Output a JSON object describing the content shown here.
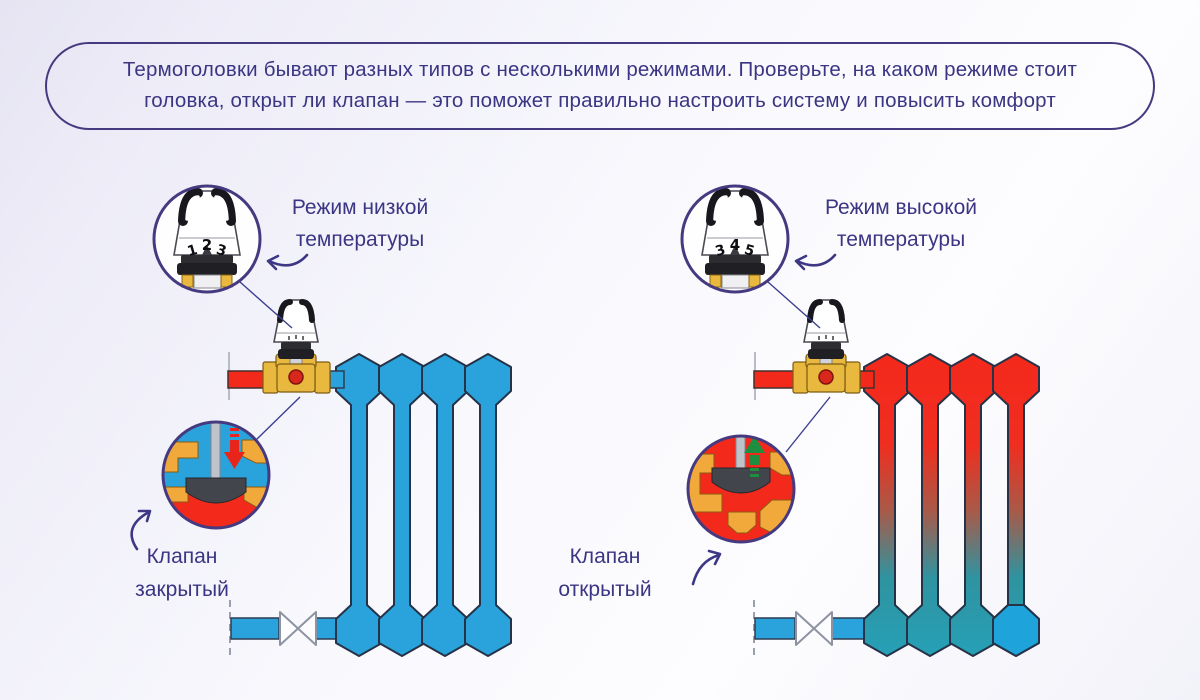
{
  "banner": {
    "text": "Термоголовки бывают разных типов с несколькими режимами. Проверьте, на каком режиме стоит головка, открыт ли клапан — это поможет правильно настроить систему и повысить комфорт"
  },
  "panels": [
    {
      "id": "low-temperature",
      "mode_label": "Режим низкой температуры",
      "dial": [
        "1",
        "2",
        "3"
      ],
      "valve_label": "Клапан закрытый",
      "valve_state": "closed",
      "radiator_state": "cold"
    },
    {
      "id": "high-temperature",
      "mode_label": "Режим высокой температуры",
      "dial": [
        "3",
        "4",
        "5"
      ],
      "valve_label": "Клапан открытый",
      "valve_state": "open",
      "radiator_state": "hot"
    }
  ],
  "colors": {
    "text_indigo": "#3b3583",
    "outline_indigo": "#453a80",
    "cold_blue": "#2aa3dd",
    "hot_red": "#f3291c",
    "cooled_teal": "#2a9aa8",
    "brass": "#e9b83f",
    "gold": "#f2a93b",
    "arrow_green": "#1e8e41"
  }
}
